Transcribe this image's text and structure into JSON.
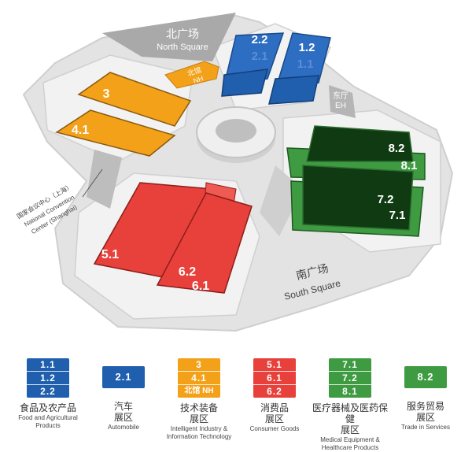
{
  "colors": {
    "blue": "#1F5FAE",
    "orange": "#F4A11A",
    "red": "#E8403A",
    "green": "#3F9B42",
    "dark_green": "#0F3A12",
    "venue_gray": "#D8D8D8"
  },
  "map": {
    "north_square_cn": "北广场",
    "north_square_en": "North Square",
    "south_square_cn": "南广场",
    "south_square_en": "South Square",
    "nh_cn": "北馆",
    "nh_en": "NH",
    "eh_cn": "东厅",
    "eh_en": "EH",
    "center_cn": "国家会议中心（上海）",
    "center_en_1": "National Convention",
    "center_en_2": "Center (Shanghai)",
    "halls": {
      "h2_2": "2.2",
      "h2_1": "2.1",
      "h1_2": "1.2",
      "h1_1": "1.1",
      "h3": "3",
      "h4_1": "4.1",
      "h5_1": "5.1",
      "h6_2": "6.2",
      "h6_1": "6.1",
      "h8_2": "8.2",
      "h8_1": "8.1",
      "h7_2": "7.2",
      "h7_1": "7.1"
    }
  },
  "legend": [
    {
      "color": "blue",
      "halls": [
        "1.1",
        "1.2",
        "2.2"
      ],
      "cn": "食品及农产品",
      "en": [
        "Food and Agricultural",
        "Products"
      ]
    },
    {
      "color": "blue",
      "halls": [
        "2.1"
      ],
      "cn": "汽车",
      "cn2": "展区",
      "en": [
        "Automobile"
      ]
    },
    {
      "color": "orange",
      "halls": [
        "3",
        "4.1",
        "北馆 NH"
      ],
      "cn": "技术装备",
      "cn2": "展区",
      "en": [
        "Intelligent Industry &",
        "Information Technology"
      ]
    },
    {
      "color": "red",
      "halls": [
        "5.1",
        "6.1",
        "6.2"
      ],
      "cn": "消费品",
      "cn2": "展区",
      "en": [
        "Consumer Goods"
      ]
    },
    {
      "color": "green",
      "halls": [
        "7.1",
        "7.2",
        "8.1"
      ],
      "cn": "医疗器械及医药保健",
      "cn2": "展区",
      "en": [
        "Medical Equipment &",
        "Healthcare Products"
      ]
    },
    {
      "color": "green",
      "halls": [
        "8.2"
      ],
      "cn": "服务贸易",
      "cn2": "展区",
      "en": [
        "Trade in Services"
      ]
    }
  ]
}
